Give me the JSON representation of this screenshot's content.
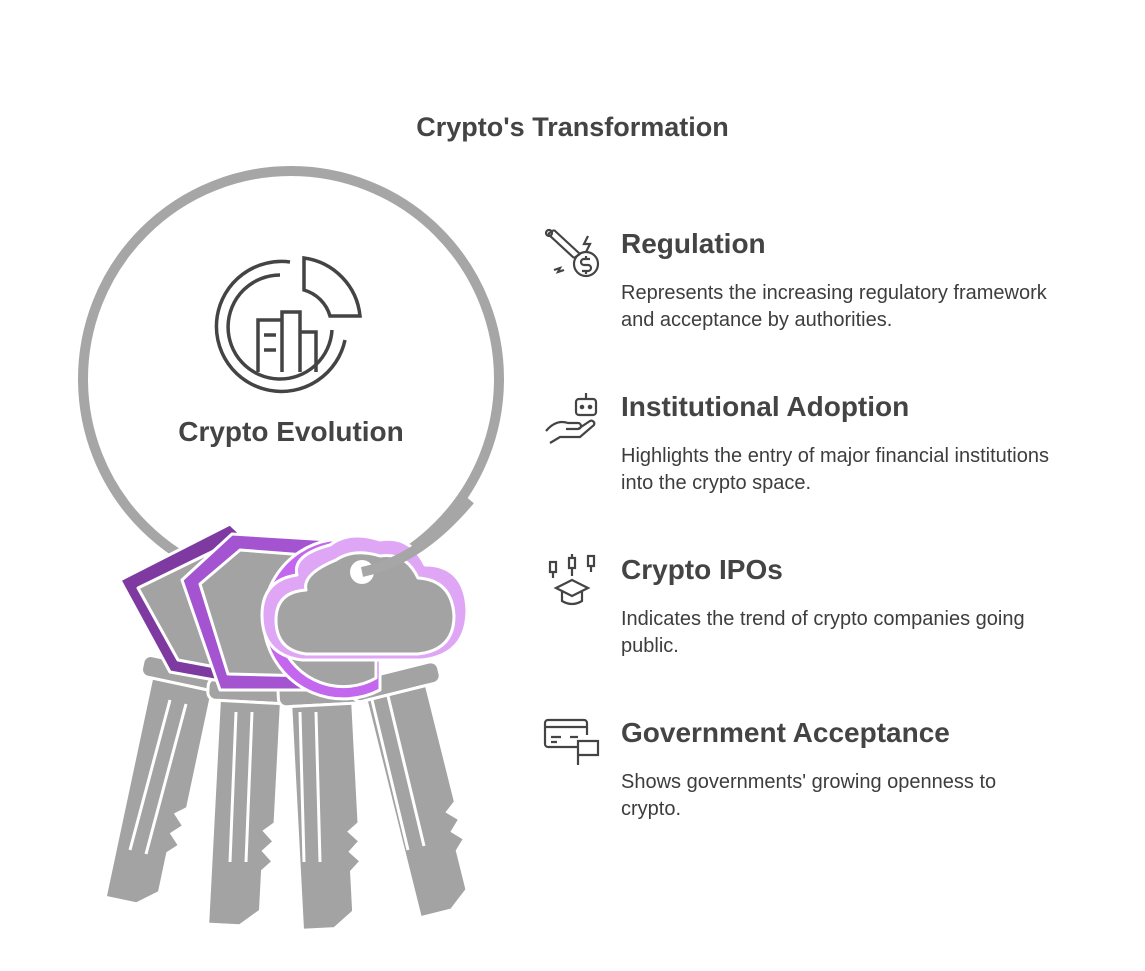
{
  "title": "Crypto's Transformation",
  "center": {
    "label": "Crypto Evolution",
    "icon": "pie-chart-buildings-icon"
  },
  "colors": {
    "ring": "#a6a6a6",
    "key": "#a3a3a3",
    "tag1": "#7e3aa0",
    "tag2": "#a454d0",
    "tag3": "#c467ef",
    "tag4": "#dfa6f5",
    "text": "#444444"
  },
  "items": [
    {
      "title": "Regulation",
      "description": "Represents the increasing regulatory framework and acceptance by authorities.",
      "icon": "gavel-dollar-icon"
    },
    {
      "title": "Institutional Adoption",
      "description": "Highlights the entry of major financial institutions into the crypto space.",
      "icon": "hand-robot-icon"
    },
    {
      "title": "Crypto IPOs",
      "description": "Indicates the trend of crypto companies going public.",
      "icon": "candlestick-graduation-cap-icon"
    },
    {
      "title": "Government Acceptance",
      "description": "Shows governments' growing openness to crypto.",
      "icon": "card-flag-icon"
    }
  ]
}
